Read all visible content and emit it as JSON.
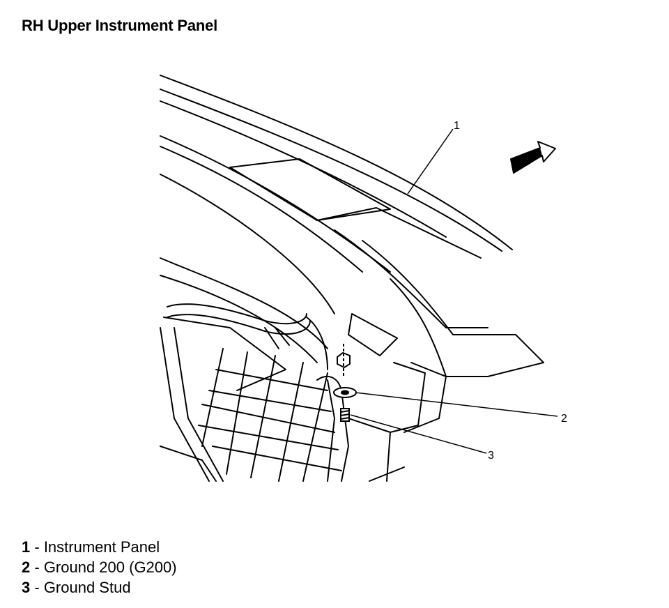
{
  "title": "RH Upper Instrument Panel",
  "callouts": [
    {
      "label": "1"
    },
    {
      "label": "2"
    },
    {
      "label": "3"
    }
  ],
  "legend": [
    {
      "num": "1",
      "sep": " - ",
      "text": "Instrument Panel"
    },
    {
      "num": "2",
      "sep": " - ",
      "text": "Ground 200 (G200)"
    },
    {
      "num": "3",
      "sep": " - ",
      "text": "Ground Stud"
    }
  ],
  "icons": [
    "forward-direction-arrow-icon"
  ]
}
